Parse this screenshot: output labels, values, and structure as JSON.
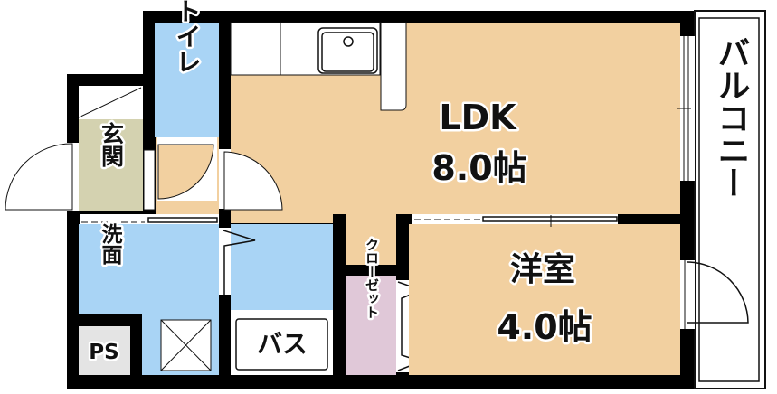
{
  "floor_plan": {
    "rooms": {
      "toilet": "トイレ",
      "entrance": "玄関",
      "washroom": "洗面",
      "ps": "PS",
      "bath": "バス",
      "closet": "クローゼット",
      "ldk_name": "LDK",
      "ldk_size": "8.0帖",
      "western_name": "洋室",
      "western_size": "4.0帖",
      "balcony": "バルコニー"
    },
    "colors": {
      "wall": "#000000",
      "ldk_floor": "#f2d0a0",
      "wet_area": "#a9d4f5",
      "entrance": "#d4d2b0",
      "closet": "#e0c8d8",
      "ps": "#e4e4e4"
    }
  }
}
